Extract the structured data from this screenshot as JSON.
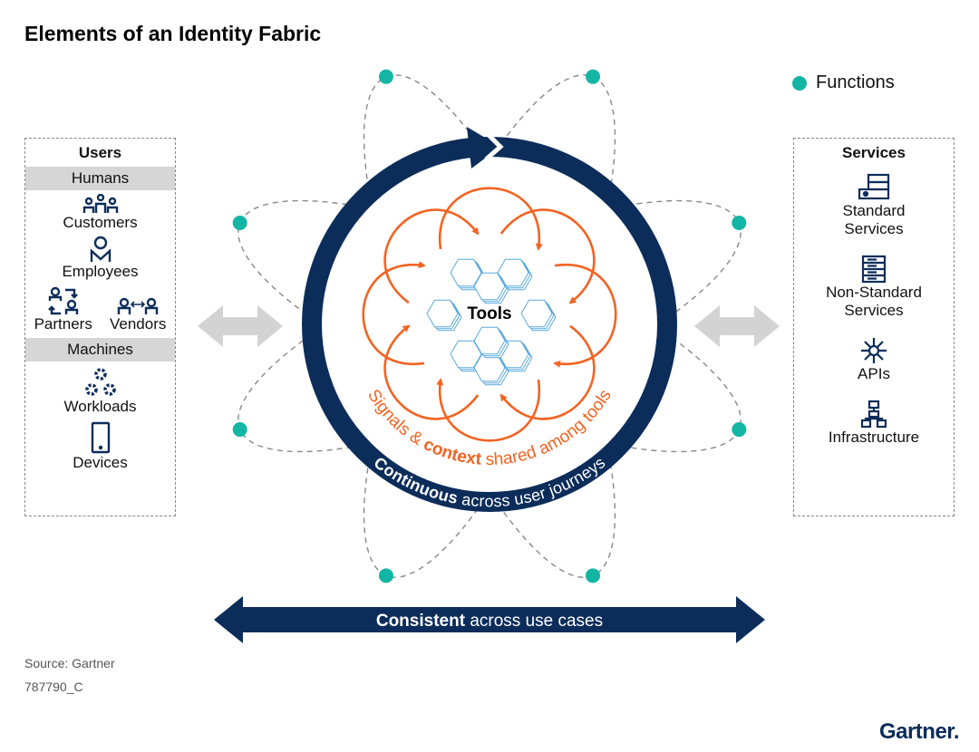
{
  "title": "Elements of an Identity Fabric",
  "legend": {
    "label": "Functions",
    "color": "#13b5a4"
  },
  "users": {
    "title": "Users",
    "humans_label": "Humans",
    "customers": "Customers",
    "employees": "Employees",
    "partners": "Partners",
    "vendors": "Vendors",
    "machines_label": "Machines",
    "workloads": "Workloads",
    "devices": "Devices"
  },
  "services": {
    "title": "Services",
    "standard": [
      "Standard",
      "Services"
    ],
    "nonstandard": [
      "Non-Standard",
      "Services"
    ],
    "apis": "APIs",
    "infrastructure": "Infrastructure"
  },
  "center": {
    "tools": "Tools",
    "signals_pre": "Signals & ",
    "signals_bold": "context",
    "signals_post": " shared among tools",
    "continuous_bold": "Continuous",
    "continuous_post": " across user journeys"
  },
  "bottom_arrow": {
    "bold": "Consistent",
    "rest": " across use cases"
  },
  "source": "Source: Gartner",
  "doc_id": "787790_C",
  "logo": "Gartner.",
  "colors": {
    "navy": "#0c2d5a",
    "orange": "#f26322",
    "teal": "#13b5a4",
    "hex": "#5aa9dc"
  }
}
